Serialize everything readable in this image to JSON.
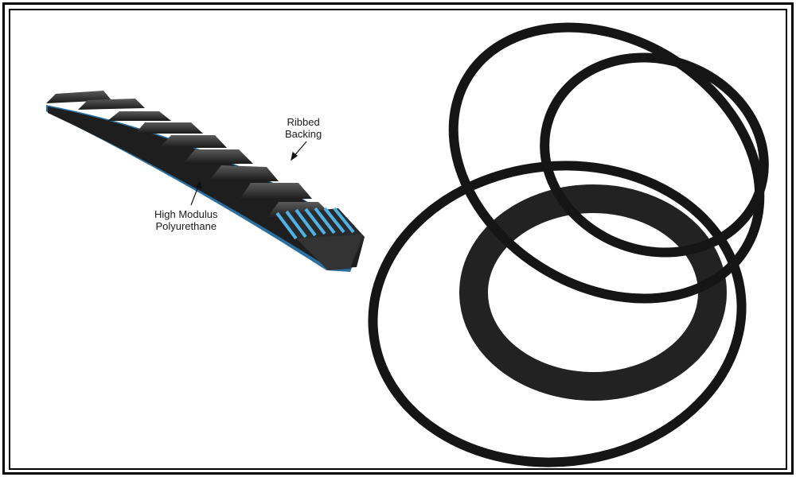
{
  "labels": {
    "ribbed_backing_line1": "Ribbed",
    "ribbed_backing_line2": "Backing",
    "polyurethane_line1": "High Modulus",
    "polyurethane_line2": "Polyurethane"
  },
  "colors": {
    "belt": "#1b1b1b",
    "cord_blue": "#3fa3d8",
    "frame": "#000000"
  }
}
